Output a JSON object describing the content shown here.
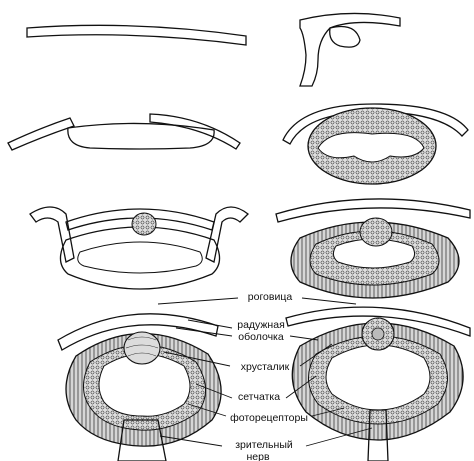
{
  "labels": {
    "cornea": "роговица",
    "iris_line1": "радужная",
    "iris_line2": "оболочка",
    "lens": "хрусталик",
    "retina": "сетчатка",
    "photoreceptors": "фоторецепторы",
    "optic_nerve_line1": "зрительный",
    "optic_nerve_line2": "нерв"
  }
}
